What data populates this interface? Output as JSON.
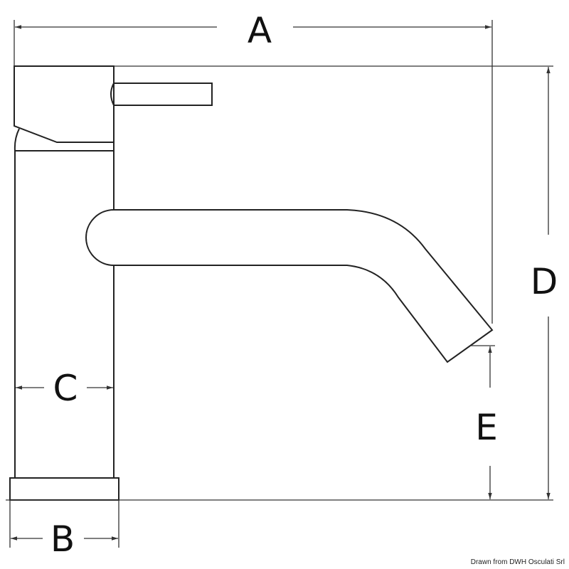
{
  "dimensions": {
    "a": "A",
    "b": "B",
    "c": "C",
    "d": "D",
    "e": "E"
  },
  "caption": "Drawn from DWH Osculati Srl",
  "colors": {
    "line": "#222222",
    "background": "#ffffff"
  }
}
